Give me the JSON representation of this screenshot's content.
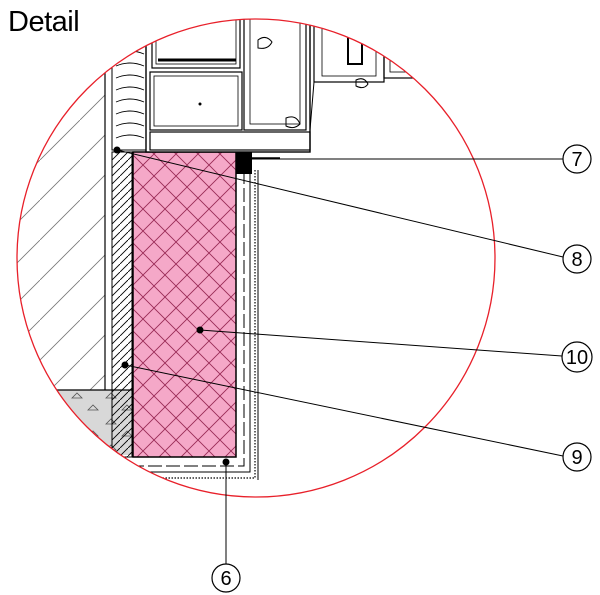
{
  "title": "Detail",
  "callouts": [
    {
      "label": "7"
    },
    {
      "label": "8"
    },
    {
      "label": "10"
    },
    {
      "label": "9"
    },
    {
      "label": "6"
    }
  ],
  "colors": {
    "insulation_fill": "#f5a8c8",
    "insulation_grid": "#9a2b56",
    "detail_circle": "#e8202a",
    "line": "#000000"
  }
}
